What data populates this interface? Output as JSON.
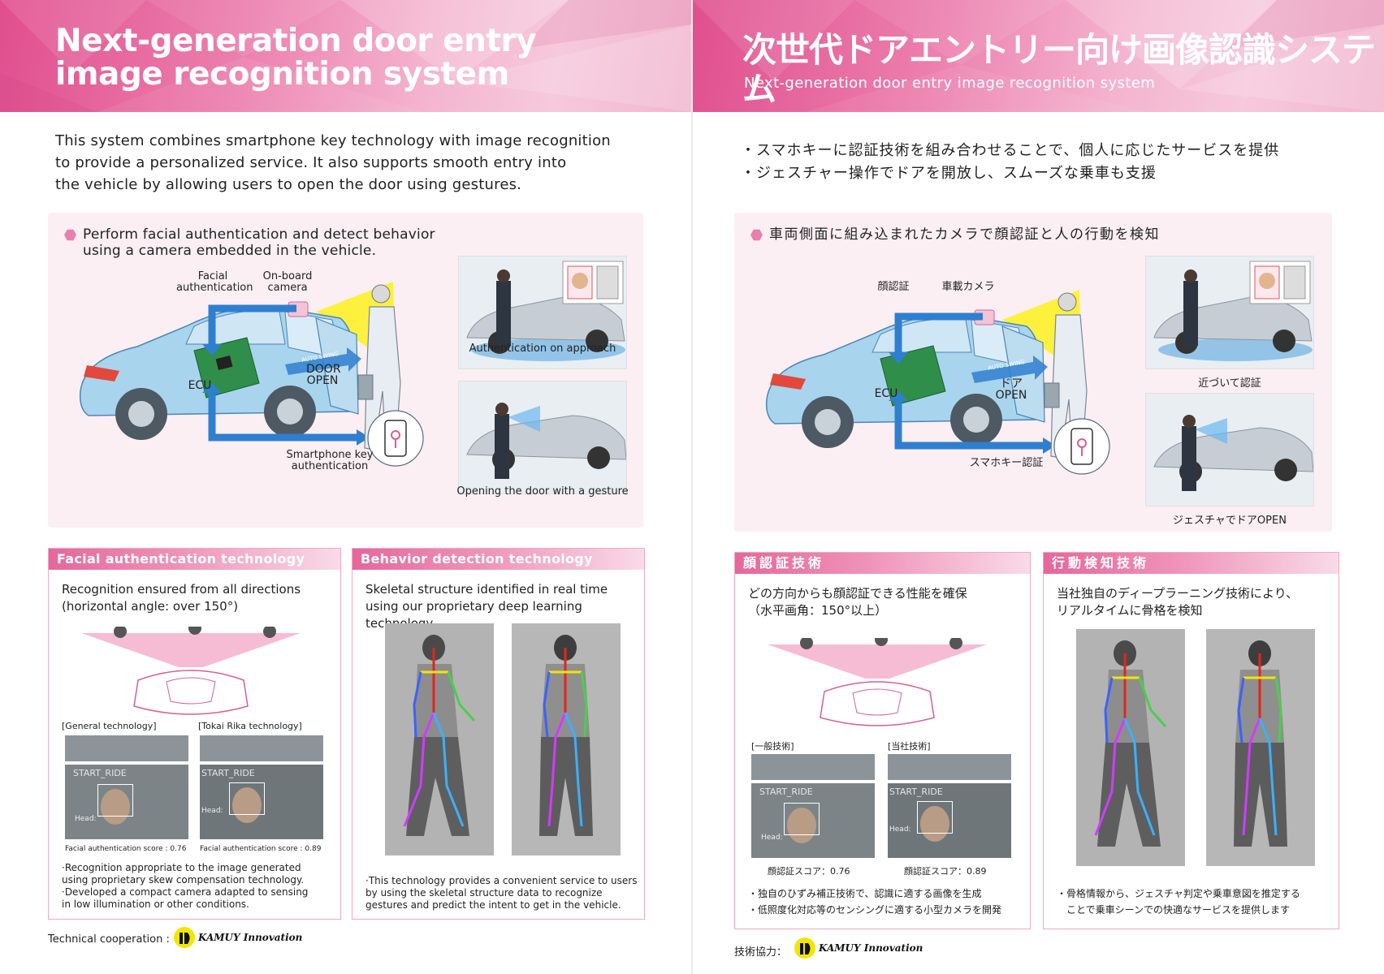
{
  "left": {
    "title": "Next-generation door entry image recognition system",
    "title_line1": "Next-generation door entry",
    "title_line2": "image recognition system",
    "intro": [
      "This system combines smartphone key technology with image recognition",
      "to provide a personalized service. It also supports smooth entry into",
      "the vehicle by allowing users to open the door using gestures."
    ],
    "panel": {
      "title_line1": "Perform facial authentication and detect behavior",
      "title_line2": "using a camera embedded in the vehicle.",
      "labels": {
        "facial_auth_1": "Facial",
        "facial_auth_2": "authentication",
        "camera_1": "On-board",
        "camera_2": "camera",
        "auto_swing": "AUTO SWING",
        "door_open_1": "DOOR",
        "door_open_2": "OPEN",
        "ecu": "ECU",
        "smartphone_1": "Smartphone key",
        "smartphone_2": "authentication"
      },
      "captions": [
        "Authentication on approach",
        "Opening the door with a gesture"
      ]
    },
    "facial_card": {
      "header": "Facial authentication technology",
      "desc_line1": "Recognition ensured from all directions",
      "desc_line2": "(horizontal angle: over 150°)",
      "general_label": "[General technology]",
      "tokai_label": "[Tokai Rika technology]",
      "overlay_text": "START_RIDE",
      "head_text": "Head:",
      "score_general": "Facial authentication score : 0.76",
      "score_tokai": "Facial authentication score : 0.89",
      "notes": [
        "·Recognition appropriate to the image generated",
        " using proprietary skew compensation technology.",
        "·Developed a compact camera adapted to sensing",
        " in low illumination or other conditions."
      ]
    },
    "behavior_card": {
      "header": "Behavior detection technology",
      "desc_line1": "Skeletal structure identified in real time",
      "desc_line2": "using our proprietary deep learning technology.",
      "notes": [
        "·This technology provides a convenient service to users",
        " by using the skeletal structure data to recognize",
        " gestures and predict the intent to get in the vehicle."
      ]
    },
    "coop_label": "Technical cooperation :",
    "logo_text": "KAMUY Innovation"
  },
  "right": {
    "title": "次世代ドアエントリー向け画像認識システム",
    "subtitle": "Next-generation door entry image recognition system",
    "intro": [
      "・スマホキーに認証技術を組み合わせることで、個人に応じたサービスを提供",
      "・ジェスチャー操作でドアを開放し、スムーズな乗車も支援"
    ],
    "panel": {
      "title": "車両側面に組み込まれたカメラで顔認証と人の行動を検知",
      "labels": {
        "facial_auth": "顔認証",
        "camera": "車載カメラ",
        "auto_swing": "AUTO SWING",
        "door_open": "ドアOPEN",
        "ecu": "ECU",
        "smartphone": "スマホキー認証"
      },
      "captions": [
        "近づいて認証",
        "ジェスチャでドアOPEN"
      ]
    },
    "facial_card": {
      "header": "顔認証技術",
      "desc_line1": "どの方向からも顔認証できる性能を確保",
      "desc_line2": "（水平画角：150°以上）",
      "general_label": "[一般技術]",
      "tokai_label": "[当社技術]",
      "overlay_text": "START_RIDE",
      "head_text": "Head:",
      "score_general": "顔認証スコア：0.76",
      "score_tokai": "顔認証スコア：0.89",
      "notes": [
        "・独自のひずみ補正技術で、認識に適する画像を生成",
        "・低照度化対応等のセンシングに適する小型カメラを開発"
      ]
    },
    "behavior_card": {
      "header": "行動検知技術",
      "desc_line1": "当社独自のディープラーニング技術により、",
      "desc_line2": "リアルタイムに骨格を検知",
      "notes": [
        "・骨格情報から、ジェスチャ判定や乗車意図を推定する",
        "　ことで乗車シーンでの快適なサービスを提供します"
      ]
    },
    "coop_label": "技術協力：",
    "logo_text": "KAMUY Innovation"
  },
  "colors": {
    "pink_accent": "#e5679b",
    "pink_panel": "#fbeff4",
    "arrow_blue": "#2f7fd0",
    "car_blue": "#a9d4ee",
    "camera_cone": "#fff200"
  }
}
